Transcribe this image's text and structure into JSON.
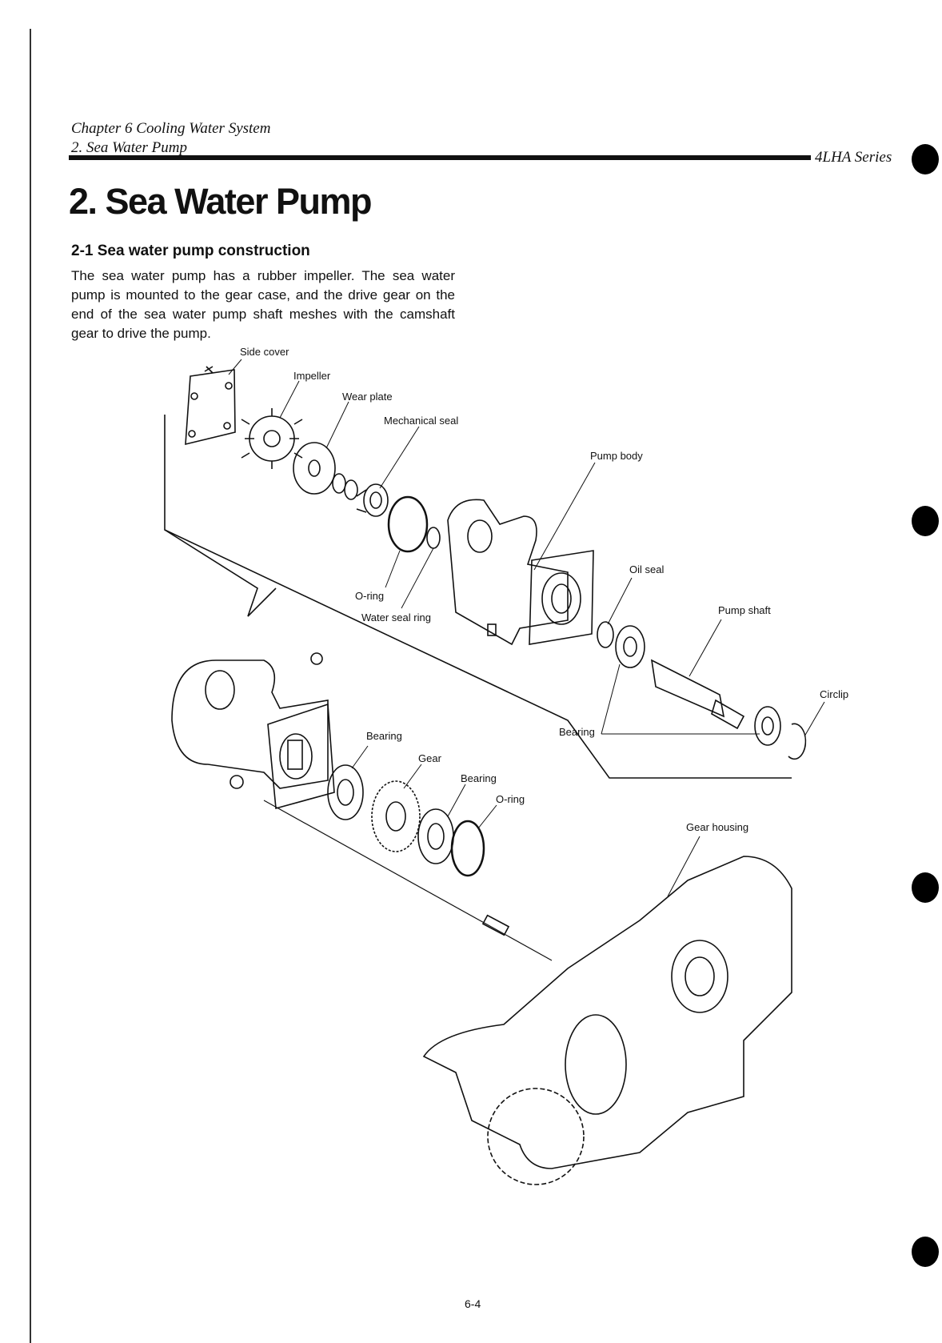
{
  "header": {
    "chapter": "Chapter 6 Cooling Water System",
    "section": "2. Sea Water Pump",
    "series": "4LHA Series"
  },
  "title": "2. Sea Water Pump",
  "subsection": {
    "heading": "2-1 Sea water pump construction",
    "body": "The sea water pump has a rubber impeller. The sea water pump is mounted to the gear case, and the drive gear on the end of the sea water pump shaft meshes with the camshaft gear to drive the pump."
  },
  "diagram": {
    "labels": {
      "side_cover": "Side cover",
      "impeller": "Impeller",
      "wear_plate": "Wear plate",
      "mechanical_seal": "Mechanical seal",
      "pump_body": "Pump body",
      "o_ring_top": "O-ring",
      "water_seal_ring": "Water seal ring",
      "oil_seal": "Oil seal",
      "pump_shaft": "Pump shaft",
      "circlip": "Circlip",
      "bearing_right": "Bearing",
      "bearing_left": "Bearing",
      "gear": "Gear",
      "bearing_mid": "Bearing",
      "o_ring_bottom": "O-ring",
      "gear_housing": "Gear housing"
    }
  },
  "footer": {
    "page_number": "6-4"
  }
}
